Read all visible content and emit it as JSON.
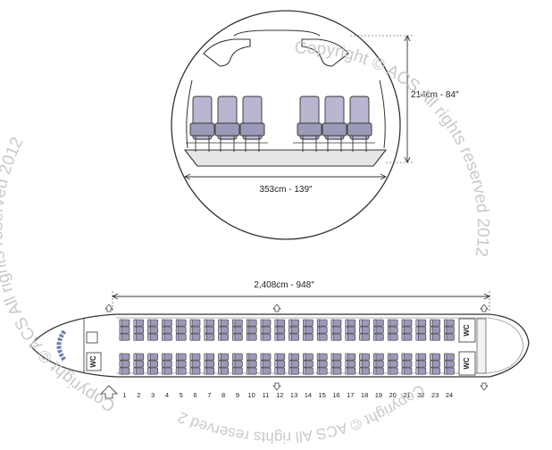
{
  "cross_section": {
    "height_label": "214cm - 84″",
    "width_label": "353cm - 139″"
  },
  "cabin": {
    "length_label": "2,408cm - 948″",
    "wc_label": "WC",
    "rows": [
      "1",
      "2",
      "3",
      "4",
      "5",
      "6",
      "7",
      "8",
      "9",
      "10",
      "11",
      "12",
      "13",
      "14",
      "15",
      "16",
      "17",
      "18",
      "19",
      "20",
      "21",
      "22",
      "23",
      "24"
    ]
  },
  "watermark": {
    "left_arc": "Copyright © ACS All rights reserved 2012",
    "right_arc": "Copyright © ACS All rights reserved 2012",
    "bottom_arc": "Copyright © ACS All rights reserved 2012"
  },
  "colors": {
    "seat_fill": "#9b9ab8",
    "seat_back": "#b8b6d0",
    "outline": "#333333",
    "cabin_fill": "#eeeeee",
    "watermark": "#c9c9c9"
  }
}
